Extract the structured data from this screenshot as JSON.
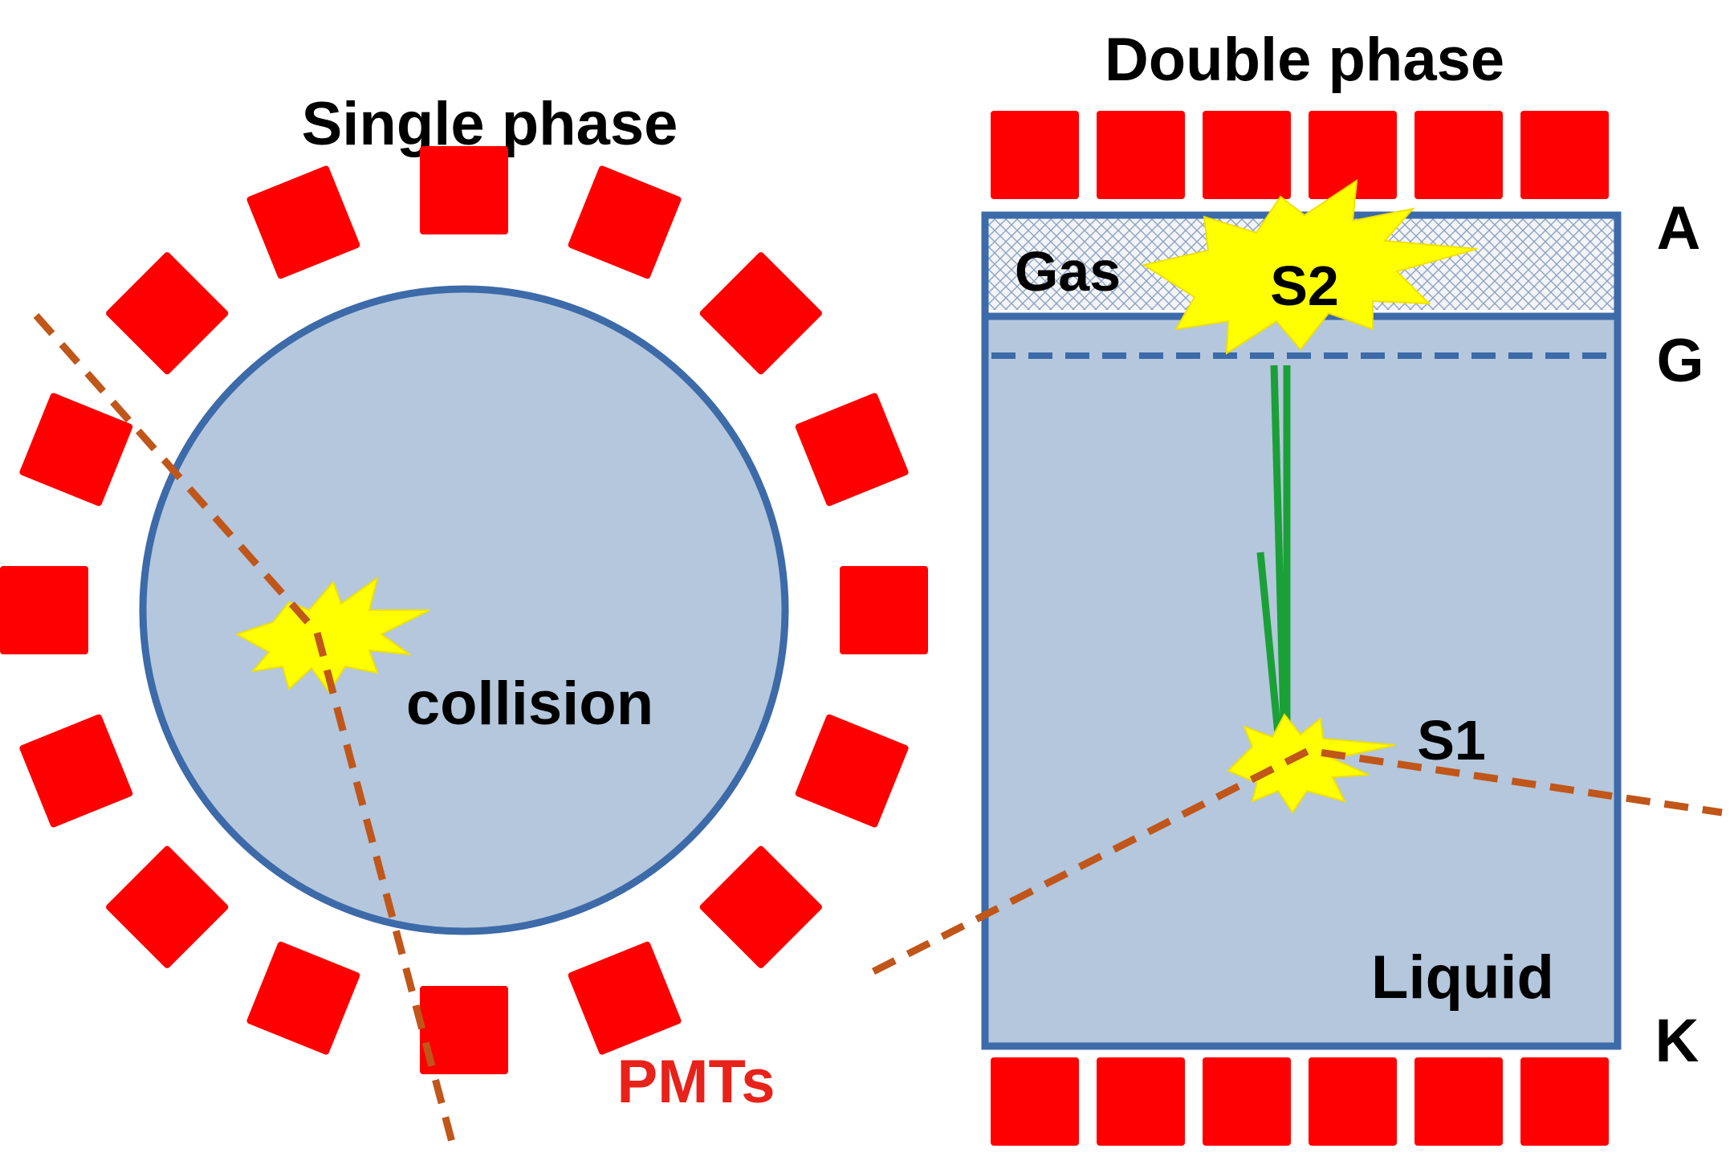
{
  "left_panel": {
    "title": "Single phase",
    "collision_label": "collision",
    "pmt_label": "PMTs",
    "pmt_count": 16
  },
  "right_panel": {
    "title": "Double phase",
    "gas_label": "Gas",
    "liquid_label": "Liquid",
    "s1_label": "S1",
    "s2_label": "S2",
    "electrode_anode": "A",
    "electrode_grid": "G",
    "electrode_cathode": "K",
    "pmts_per_row": 6
  },
  "colors": {
    "pmt": "#ff0000",
    "pmt_label": "#e8221a",
    "vessel_fill": "#b4c7dc",
    "vessel_stroke": "#3d6aa8",
    "track": "#c0561a",
    "flash": "#ffff00",
    "drift": "#1aa037",
    "text": "#000000"
  }
}
